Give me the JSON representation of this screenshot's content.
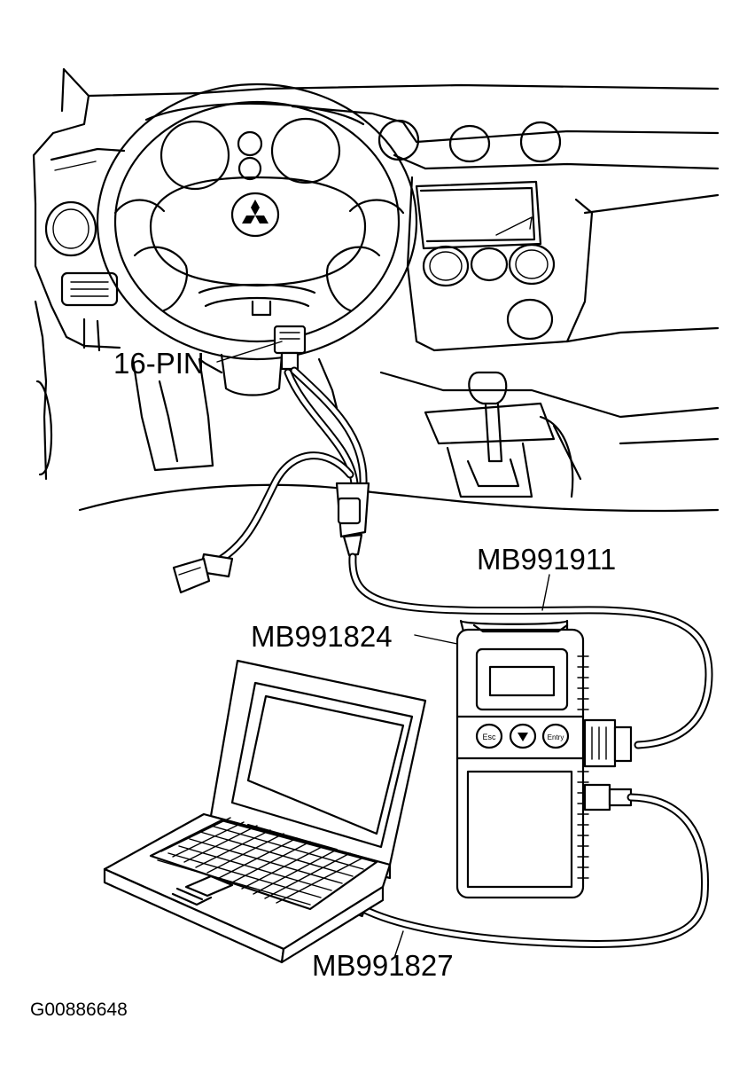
{
  "labels": {
    "connector": "16-PIN",
    "cable": "MB991911",
    "interface": "MB991824",
    "usb_cable": "MB991827",
    "figure_id": "G00886648"
  },
  "device_buttons": {
    "esc": "Esc",
    "enter": "Entry"
  }
}
